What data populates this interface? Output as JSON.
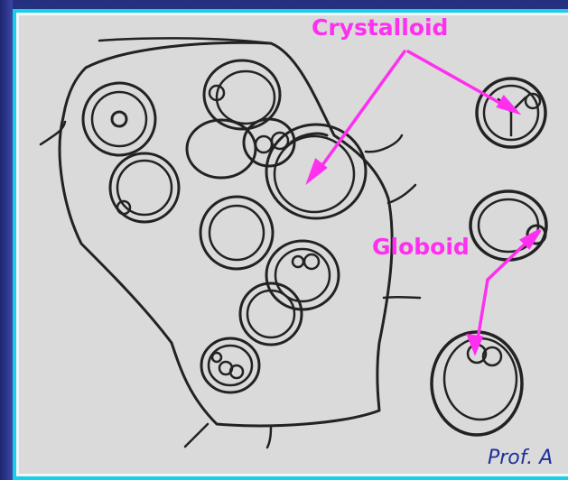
{
  "labels": {
    "crystalloid": "Crystalloid",
    "globoid": "Globoid"
  },
  "footer": {
    "credit": "Prof. A"
  },
  "colors": {
    "frame_border": "#17d0e8",
    "label_color": "#ff2ff0",
    "arrow_color": "#ff2ff0",
    "background": "#dadada",
    "slide_background": "#2f3a94",
    "credit_color": "#1f2f9a"
  }
}
